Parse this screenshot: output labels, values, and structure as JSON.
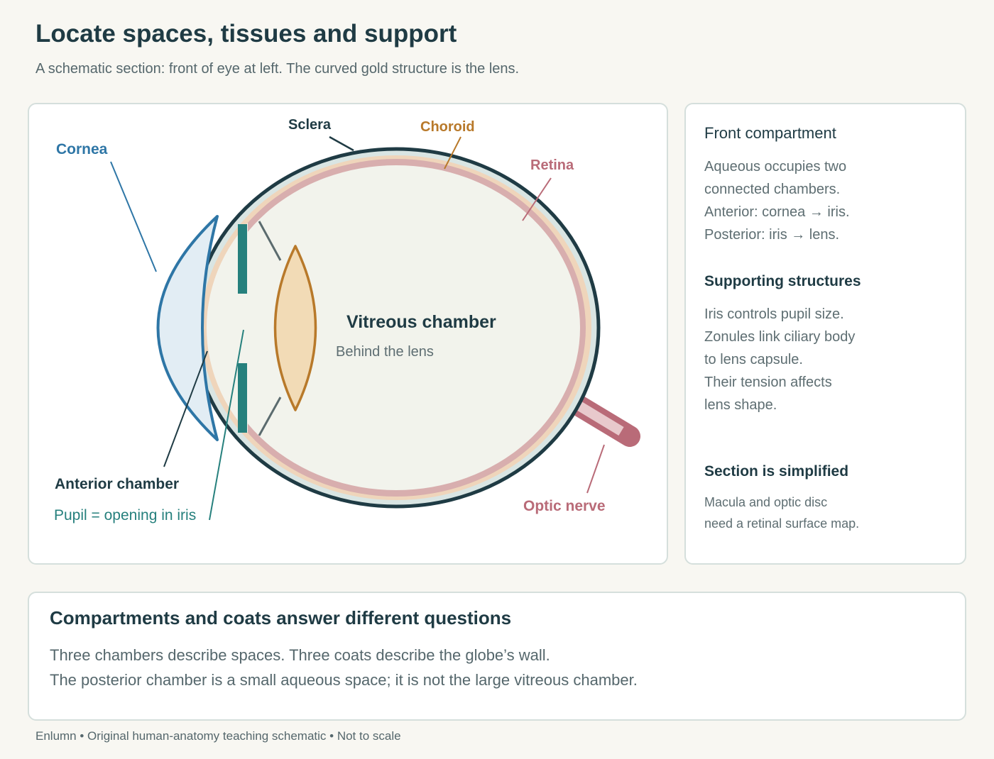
{
  "header": {
    "title": "Locate spaces, tissues and support",
    "subtitle": "A schematic section: front of eye at left. The curved gold structure is the lens."
  },
  "diagram": {
    "labels": {
      "cornea": "Cornea",
      "sclera": "Sclera",
      "choroid": "Choroid",
      "retina": "Retina",
      "vitreous_chamber": "Vitreous chamber",
      "vitreous_sub": "Behind the lens",
      "anterior_chamber": "Anterior chamber",
      "pupil": "Pupil = opening in iris",
      "optic_nerve": "Optic nerve"
    },
    "colors": {
      "sclera": "#1f3b44",
      "choroid": "#b8792a",
      "retina": "#b96b78",
      "cornea": "#2e76a6",
      "iris": "#26807d",
      "lens_fill": "#f2dbb6",
      "vitreous_fill": "#f2f3ec"
    }
  },
  "side": {
    "front_title": "Front compartment",
    "front_lines": [
      "Aqueous occupies two",
      "connected chambers.",
      "Anterior: cornea → iris.",
      "Posterior: iris → lens."
    ],
    "support_title": "Supporting structures",
    "support_lines": [
      "Iris controls pupil size.",
      "Zonules link ciliary body",
      "to lens capsule.",
      "Their tension affects",
      "lens shape."
    ],
    "simplified_title": "Section is simplified",
    "simplified_lines": [
      "Macula and optic disc",
      "need a retinal surface map."
    ]
  },
  "bottom": {
    "title": "Compartments and coats answer different questions",
    "lines": [
      "Three chambers describe spaces. Three coats describe the globe’s wall.",
      "The posterior chamber is a small aqueous space; it is not the large vitreous chamber."
    ]
  },
  "footer": "Enlumn • Original human-anatomy teaching schematic • Not to scale"
}
